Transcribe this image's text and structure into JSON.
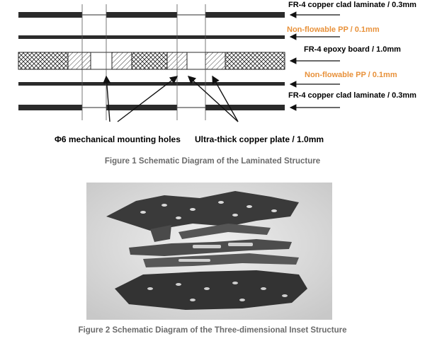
{
  "colors": {
    "layer_dark": "#2b2b2b",
    "accent_orange": "#e8913a",
    "caption_gray": "#6b6b6b",
    "photo_bg": "#d9d9d9",
    "plate_gray": "#3d3d3d"
  },
  "layers": [
    {
      "label": "FR-4 copper clad laminate / 0.3mm",
      "kind": "laminate"
    },
    {
      "label": "Non-flowable PP / 0.1mm",
      "kind": "pp"
    },
    {
      "label": "FR-4 epoxy board / 1.0mm",
      "kind": "epoxy"
    },
    {
      "label": "Non-flowable PP / 0.1mm",
      "kind": "pp"
    },
    {
      "label": "FR-4 copper clad laminate / 0.3mm",
      "kind": "laminate"
    }
  ],
  "callouts": {
    "holes": "Φ6 mechanical mounting holes",
    "plate": "Ultra-thick copper plate / 1.0mm"
  },
  "figure1_caption": "Figure 1 Schematic Diagram of the Laminated Structure",
  "figure2_caption": "Figure 2 Schematic Diagram of the Three-dimensional Inset Structure"
}
